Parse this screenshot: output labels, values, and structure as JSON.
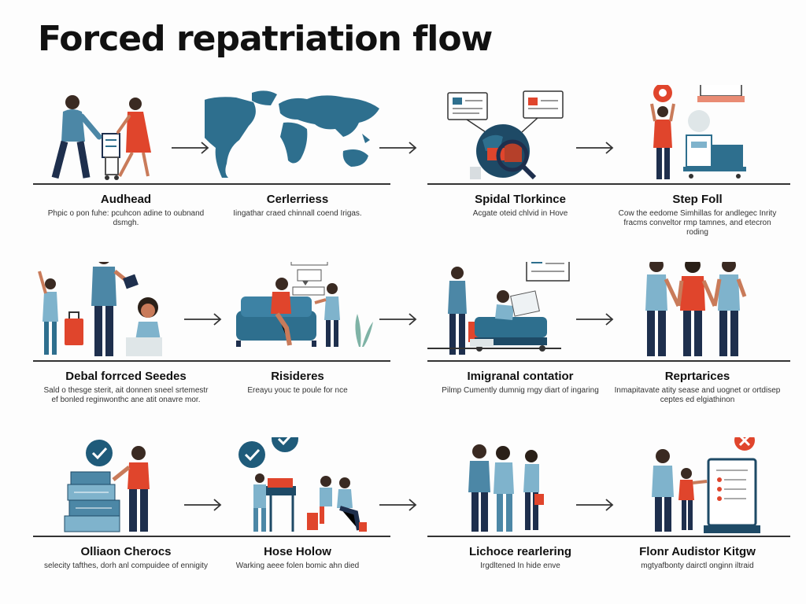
{
  "title": "Forced repatriation flow",
  "colors": {
    "blue": "#2e6f8e",
    "light_blue": "#7fb3cc",
    "red": "#e0452c",
    "navy": "#1e2f4d",
    "check": "#1f5b7a"
  },
  "steps": [
    {
      "label": "Audhead",
      "desc": "Phpic o pon fuhe: pcuhcon adine to oubnand dsmgh."
    },
    {
      "label": "Cerlerriess",
      "desc": "Iingathar craed chinnall coend Irigas."
    },
    {
      "label": "Spidal Tlorkince",
      "desc": "Acgate oteid chlvid in Hove"
    },
    {
      "label": "Step Foll",
      "desc": "Cow the eedome Simhillas for andlegec Inrity fracms conveltor rmp tamnes, and etecron roding"
    },
    {
      "label": "Debal forrced Seedes",
      "desc": "Sald o thesge sterit, ait donnen sneel srtemestr ef bonled reginwonthc ane atit onavre mor."
    },
    {
      "label": "Risideres",
      "desc": "Ereayu youc te poule for nce"
    },
    {
      "label": "Imigranal contatior",
      "desc": "Pilmp Cumently dumnig rngy diart of ingaring"
    },
    {
      "label": "Reprtarices",
      "desc": "Inmapitavate atity sease and uognet or ortdisep ceptes ed elgiathinon"
    },
    {
      "label": "Olliaon Cherocs",
      "desc": "selecity tafthes, dorh anl compuidee of ennigity"
    },
    {
      "label": "Hose Holow",
      "desc": "Warking aeee folen bomic ahn died"
    },
    {
      "label": "Lichoce rearlering",
      "desc": "Irgdltened In hide enve"
    },
    {
      "label": "Flonr Audistor Kitgw",
      "desc": "mgtyafbonty dairctl onginn iltraid"
    }
  ]
}
